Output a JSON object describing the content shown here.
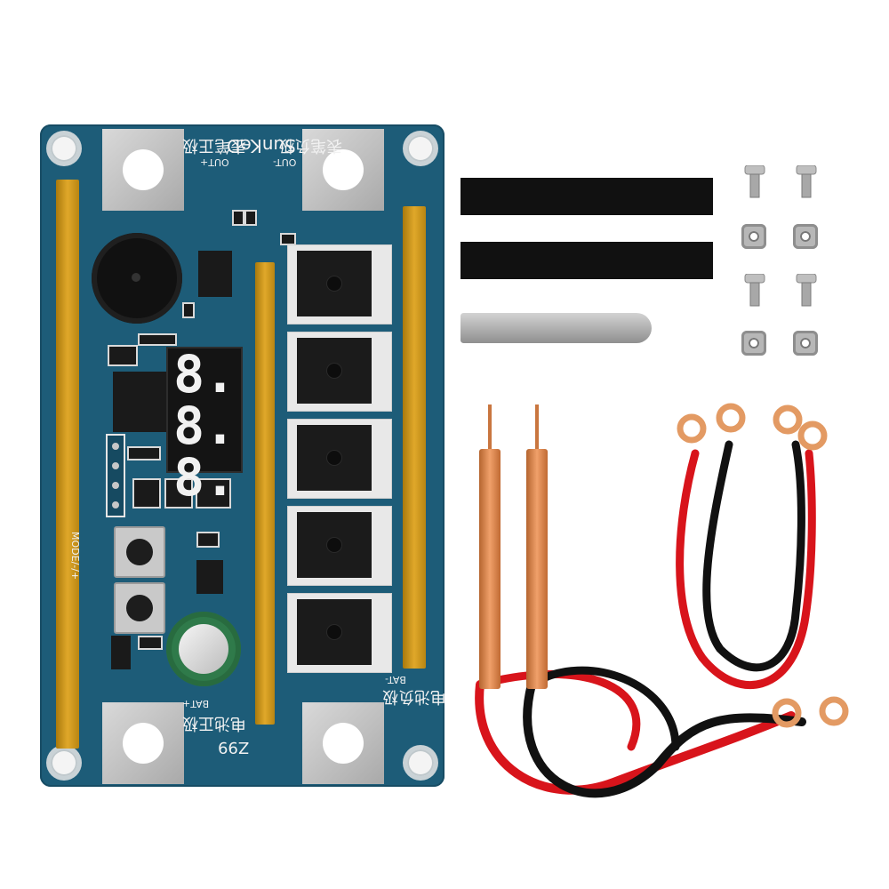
{
  "board": {
    "brand": "SunKeD",
    "model": "Z99",
    "out_neg_cn": "表笔负极",
    "out_neg": "OUT-",
    "out_pos_cn": "表笔正极",
    "out_pos": "OUT+",
    "bat_neg_cn": "电池负极",
    "bat_neg": "BAT-",
    "bat_pos_cn": "电池正极",
    "bat_pos": "BAT+",
    "mode_label": "MODE/-/+",
    "display": [
      "8.",
      "8.",
      "8."
    ]
  },
  "colors": {
    "board": "#1d5c78",
    "strip": "#e0a82a",
    "cable_red": "#d8141b",
    "cable_black": "#111111",
    "copper": "#e39a63"
  },
  "items": [
    "welding-board",
    "nickel-strip-tapes",
    "metal-clip",
    "screws",
    "nuts",
    "welding-pens",
    "cables"
  ]
}
